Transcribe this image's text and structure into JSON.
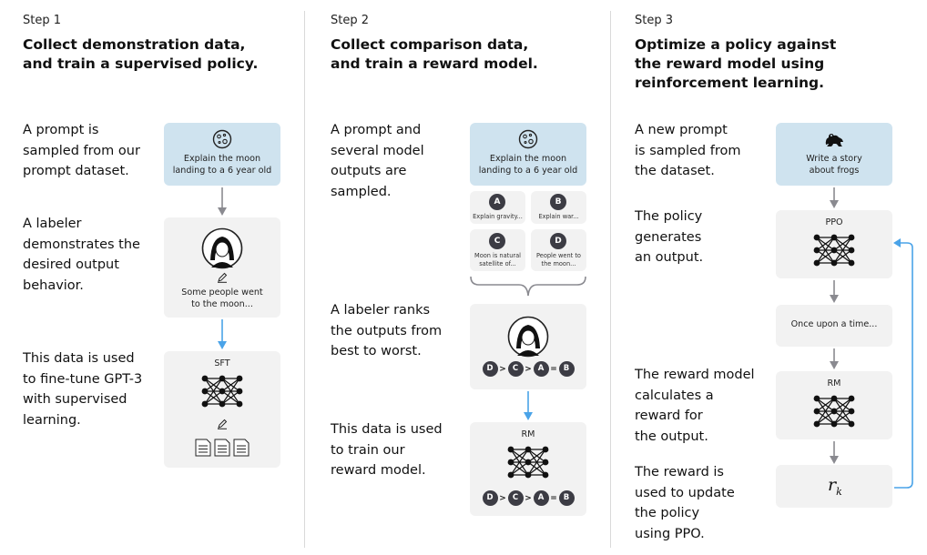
{
  "colors": {
    "blue_box": "#cfe3ef",
    "gray_box": "#f2f2f2",
    "blue_arrow": "#4aa3e8",
    "gray_arrow": "#8a8a90",
    "dark_circle": "#3c3c44"
  },
  "step1": {
    "step_label": "Step 1",
    "heading_lines": [
      "Collect demonstration data,",
      "and train a supervised policy."
    ],
    "desc_prompt": [
      "A prompt is",
      "sampled from our",
      "prompt dataset."
    ],
    "desc_labeler": [
      "A labeler",
      "demonstrates the",
      "desired output",
      "behavior."
    ],
    "desc_data": [
      "This data is used",
      "to fine-tune GPT-3",
      "with supervised",
      "learning."
    ],
    "prompt_box": {
      "icon": "moon-icon",
      "lines": [
        "Explain the moon",
        "landing to a 6 year old"
      ]
    },
    "labeler_box": {
      "icon": "person-icon",
      "lines": [
        "Some people went",
        "to the moon..."
      ]
    },
    "model_box": {
      "label": "SFT",
      "icon": "neural-net-icon"
    }
  },
  "step2": {
    "step_label": "Step 2",
    "heading_lines": [
      "Collect comparison data,",
      "and train a reward model."
    ],
    "desc_prompt": [
      "A prompt and",
      "several model",
      "outputs are",
      "sampled."
    ],
    "desc_labeler": [
      "A labeler ranks",
      "the outputs from",
      "best to worst."
    ],
    "desc_data": [
      "This data is used",
      "to train our",
      "reward model."
    ],
    "prompt_box": {
      "icon": "moon-icon",
      "lines": [
        "Explain the moon",
        "landing to a 6 year old"
      ]
    },
    "outputs": [
      {
        "letter": "A",
        "lines": [
          "Explain gravity..."
        ]
      },
      {
        "letter": "B",
        "lines": [
          "Explain war..."
        ]
      },
      {
        "letter": "C",
        "lines": [
          "Moon is natural",
          "satellite of..."
        ]
      },
      {
        "letter": "D",
        "lines": [
          "People went to",
          "the moon..."
        ]
      }
    ],
    "ranking": {
      "items": [
        "D",
        "C",
        "A",
        "B"
      ],
      "ops": [
        ">",
        ">",
        "="
      ]
    },
    "model_box": {
      "label": "RM"
    }
  },
  "step3": {
    "step_label": "Step 3",
    "heading_lines": [
      "Optimize a policy against",
      "the reward model using",
      "reinforcement learning."
    ],
    "desc_prompt": [
      "A new prompt",
      "is sampled from",
      "the dataset."
    ],
    "desc_policy": [
      "The policy",
      "generates",
      "an output."
    ],
    "desc_reward": [
      "The reward model",
      "calculates a",
      "reward for",
      "the output."
    ],
    "desc_update": [
      "The reward is",
      "used to update",
      "the policy",
      "using PPO."
    ],
    "prompt_box": {
      "icon": "frog-icon",
      "lines": [
        "Write a story",
        "about frogs"
      ]
    },
    "policy_box": {
      "label": "PPO"
    },
    "output_box": {
      "text": "Once upon a time..."
    },
    "rm_box": {
      "label": "RM"
    },
    "reward_box": {
      "symbol": "r",
      "subscript": "k"
    }
  }
}
